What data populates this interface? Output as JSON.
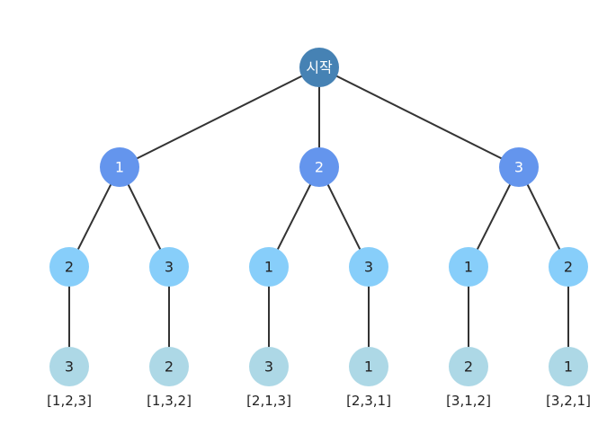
{
  "colors": {
    "root": "#4682b4",
    "level1": "#6495ed",
    "level2": "#87cefa",
    "level3": "#add8e6",
    "edge": "#333333"
  },
  "tree": {
    "root": "시작",
    "level1": [
      "1",
      "2",
      "3"
    ],
    "level2": [
      "2",
      "3",
      "1",
      "3",
      "1",
      "2"
    ],
    "level3": [
      "3",
      "2",
      "3",
      "1",
      "2",
      "1"
    ],
    "permutations": [
      "[1,2,3]",
      "[1,3,2]",
      "[2,1,3]",
      "[2,3,1]",
      "[3,1,2]",
      "[3,2,1]"
    ]
  }
}
